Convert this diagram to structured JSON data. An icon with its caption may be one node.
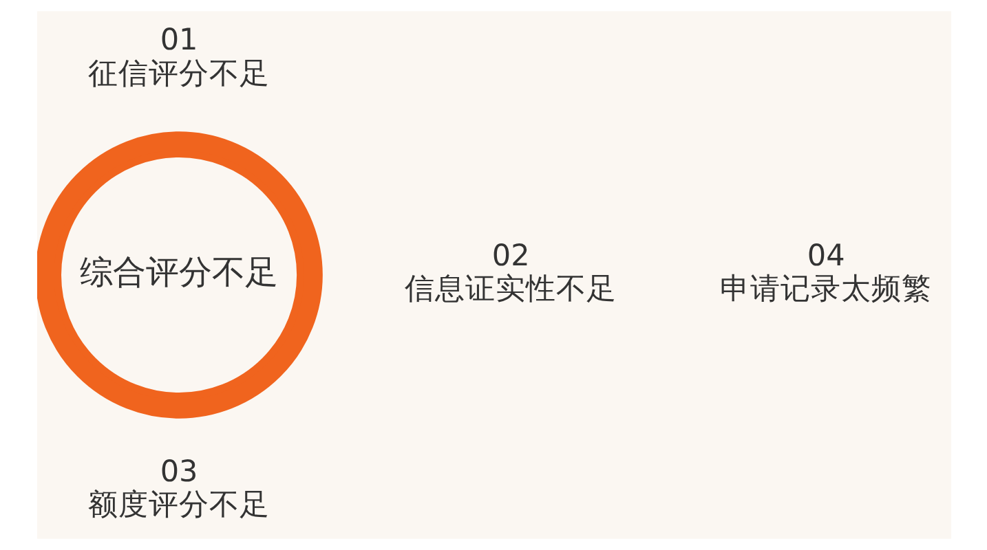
{
  "diagram": {
    "nodes": [
      {
        "text": [
          "01",
          "征信评分不足"
        ]
      },
      {
        "text": [
          "04",
          "申请记录太频繁"
        ]
      },
      {
        "text": [
          "综合评分不足"
        ]
      },
      {
        "text": [
          "02",
          "信息证实性不足"
        ]
      },
      {
        "text": [
          "03",
          "额度评分不足"
        ]
      }
    ]
  }
}
